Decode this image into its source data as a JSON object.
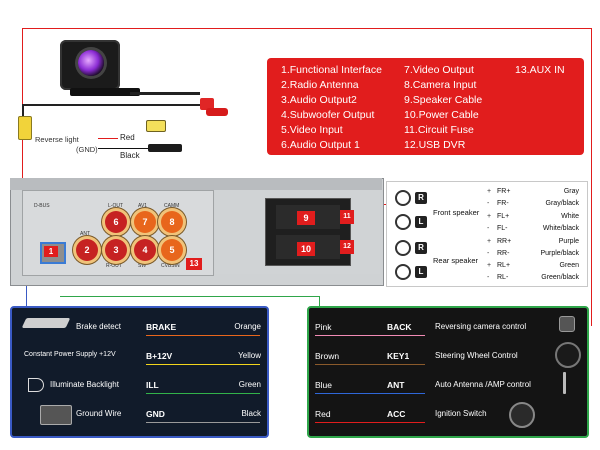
{
  "camera_wiring": {
    "reverse_light_label": "Reverse light",
    "gnd_label": "(GND)",
    "red_label": "Red",
    "black_label": "Black"
  },
  "info_box": {
    "items": [
      "1.Functional Interface",
      "2.Radio Antenna",
      "3.Audio Output2",
      "4.Subwoofer Output",
      "5.Video Input",
      "6.Audio Output 1",
      "7.Video Output",
      "8.Camera Input",
      "9.Speaker Cable",
      "10.Power Cable",
      "11.Circuit Fuse",
      "12.USB DVR",
      "13.AUX IN"
    ]
  },
  "unit": {
    "ports": [
      {
        "num": "6",
        "label": "L-OUT"
      },
      {
        "num": "7",
        "label": "AV1"
      },
      {
        "num": "8",
        "label": "CAMM"
      },
      {
        "num": "2",
        "label": "ANT"
      },
      {
        "num": "3",
        "label": "R-OUT"
      },
      {
        "num": "4",
        "label": "SW"
      },
      {
        "num": "5",
        "label": "CVBSIN"
      }
    ],
    "dbus_label": "D-BUS",
    "dbus_num": "1",
    "aux_num": "13",
    "harness_nums": [
      "9",
      "10",
      "11",
      "12"
    ]
  },
  "speaker": {
    "front_label": "Front speaker",
    "rear_label": "Rear speaker",
    "rows": [
      {
        "sign": "+",
        "name": "FR+",
        "color": "Gray"
      },
      {
        "sign": "-",
        "name": "FR-",
        "color": "Gray/black"
      },
      {
        "sign": "+",
        "name": "FL+",
        "color": "White"
      },
      {
        "sign": "-",
        "name": "FL-",
        "color": "White/black"
      },
      {
        "sign": "+",
        "name": "RR+",
        "color": "Purple"
      },
      {
        "sign": "-",
        "name": "RR-",
        "color": "Purple/black"
      },
      {
        "sign": "+",
        "name": "RL+",
        "color": "Green"
      },
      {
        "sign": "-",
        "name": "RL-",
        "color": "Green/black"
      }
    ],
    "letters": [
      "R",
      "L",
      "R",
      "L"
    ]
  },
  "left_panel": {
    "rows": [
      {
        "desc": "Brake detect",
        "code": "BRAKE",
        "color": "Orange",
        "line": "#e8661c"
      },
      {
        "desc": "Constant Power Supply +12V",
        "code": "B+12V",
        "color": "Yellow",
        "line": "#f2d51c"
      },
      {
        "desc": "Illuminate Backlight",
        "code": "ILL",
        "color": "Green",
        "line": "#32b34a"
      },
      {
        "desc": "Ground Wire",
        "code": "GND",
        "color": "Black",
        "line": "#9a9a9a"
      }
    ]
  },
  "right_panel": {
    "rows": [
      {
        "color": "Pink",
        "code": "BACK",
        "desc": "Reversing camera control",
        "line": "#f28bb5"
      },
      {
        "color": "Brown",
        "code": "KEY1",
        "desc": "Steering Wheel Control",
        "line": "#8b5a2b"
      },
      {
        "color": "Blue",
        "code": "ANT",
        "desc": "Auto Antenna /AMP control",
        "line": "#2f67d8"
      },
      {
        "color": "Red",
        "code": "ACC",
        "desc": "Ignition Switch",
        "line": "#e11d1d"
      }
    ]
  },
  "colors": {
    "accent_red": "#e11d1d",
    "left_border": "#3a5ac4",
    "right_border": "#2fa64a"
  }
}
